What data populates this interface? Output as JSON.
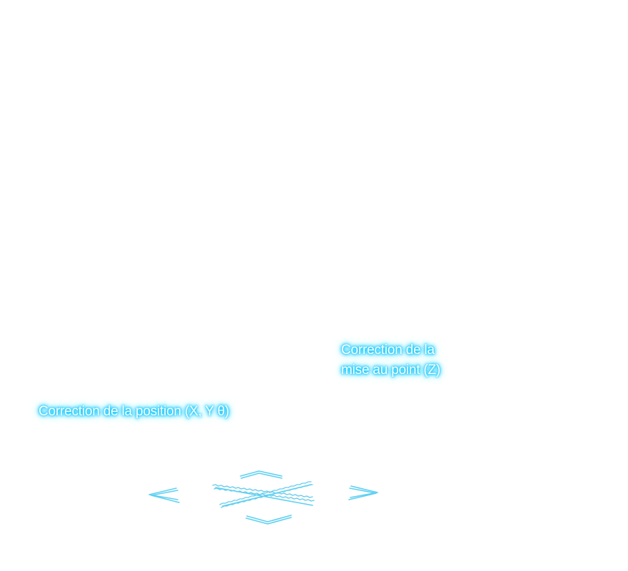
{
  "labels": {
    "focus_line1": "Correction de la",
    "focus_line2": "mise au point (Z)",
    "position": "Correction de la position (X, Y θ)"
  },
  "icons": {
    "left": "chevron-left-icon",
    "right": "chevron-right-icon",
    "up": "chevron-up-icon",
    "down": "chevron-down-icon",
    "center": "cross-icon"
  },
  "colors": {
    "glow": "#00c8ff",
    "arrow": "#5fd0f2",
    "background": "#ffffff"
  }
}
